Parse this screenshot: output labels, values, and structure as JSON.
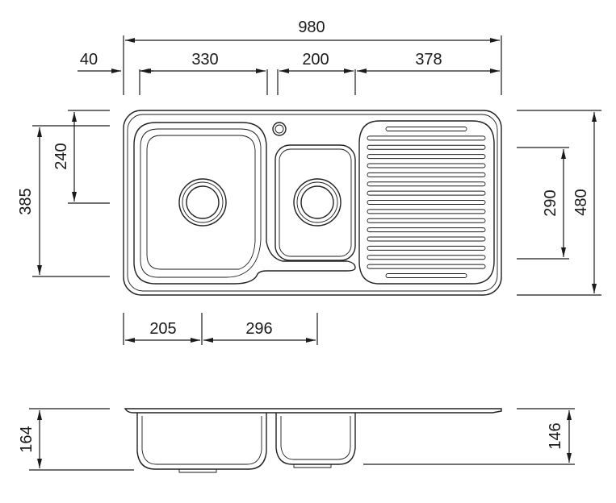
{
  "dimensions": {
    "overall_width": "980",
    "left_offset": "40",
    "large_bowl_width": "330",
    "small_bowl_width": "200",
    "drainer_width": "378",
    "overall_depth": "480",
    "large_bowl_depth": "385",
    "waste_offset_y": "240",
    "drainer_depth": "290",
    "waste_offset_x": "205",
    "waste_spacing": "296",
    "large_bowl_height": "164",
    "small_bowl_height": "146"
  }
}
